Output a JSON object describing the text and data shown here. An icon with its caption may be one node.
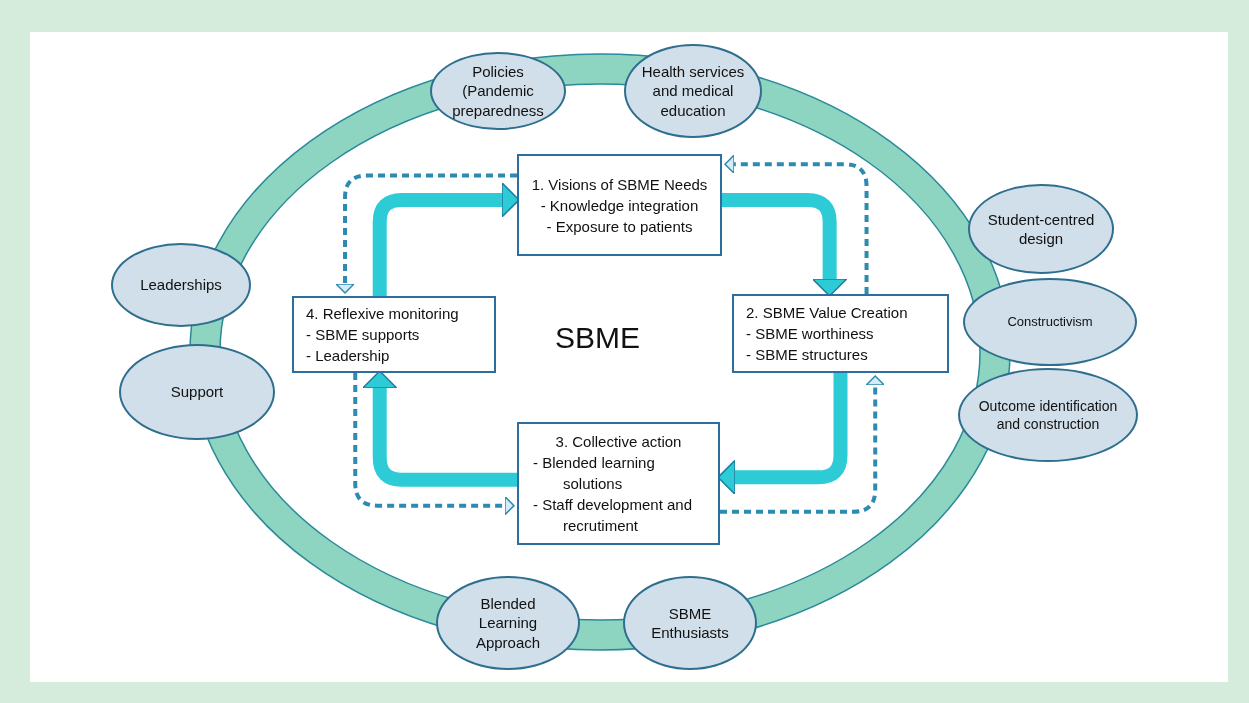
{
  "diagram": {
    "nodes": [
      {
        "text": [
          "Policies (Pandemic preparedness"
        ]
      },
      {
        "text": [
          "Health services and medical education"
        ]
      },
      {
        "text": [
          "Student-centred design"
        ]
      },
      {
        "text": [
          "Constructivism"
        ]
      },
      {
        "text": [
          "Outcome identification and construction"
        ]
      },
      {
        "text": [
          "Leaderships"
        ]
      },
      {
        "text": [
          "Support"
        ]
      },
      {
        "text": [
          "Blended Learning Approach"
        ]
      },
      {
        "text": [
          "SBME Enthusiasts"
        ]
      },
      {
        "text": [
          "1. Visions of SBME Needs",
          "- Knowledge integration",
          "- Exposure to patients"
        ]
      },
      {
        "text": [
          "2. SBME Value Creation",
          "- SBME worthiness",
          "- SBME structures"
        ]
      },
      {
        "text": [
          "3. Collective action",
          "- Blended learning solutions",
          "- Staff development and recrutiment"
        ]
      },
      {
        "text": [
          "4. Reflexive monitoring",
          "- SBME supports",
          "- Leadership"
        ]
      }
    ],
    "edges": [
      {
        "from": 9,
        "to": 10,
        "arrow": "to",
        "style": "thick",
        "color": "#2ccbd6"
      },
      {
        "from": 10,
        "to": 11,
        "arrow": "to",
        "style": "thick",
        "color": "#2ccbd6"
      },
      {
        "from": 11,
        "to": 12,
        "arrow": "to",
        "style": "thick",
        "color": "#2ccbd6"
      },
      {
        "from": 12,
        "to": 9,
        "arrow": "to",
        "style": "thick",
        "color": "#2ccbd6"
      },
      {
        "from": 10,
        "to": 9,
        "arrow": "to",
        "style": "dashed",
        "color": "#2e8ab0"
      },
      {
        "from": 11,
        "to": 10,
        "arrow": "to",
        "style": "dashed",
        "color": "#2e8ab0"
      },
      {
        "from": 12,
        "to": 11,
        "arrow": "to",
        "style": "dashed",
        "color": "#2e8ab0"
      },
      {
        "from": 9,
        "to": 12,
        "arrow": "to",
        "style": "dashed",
        "color": "#2e8ab0"
      }
    ],
    "labels": [
      "SBME"
    ]
  }
}
